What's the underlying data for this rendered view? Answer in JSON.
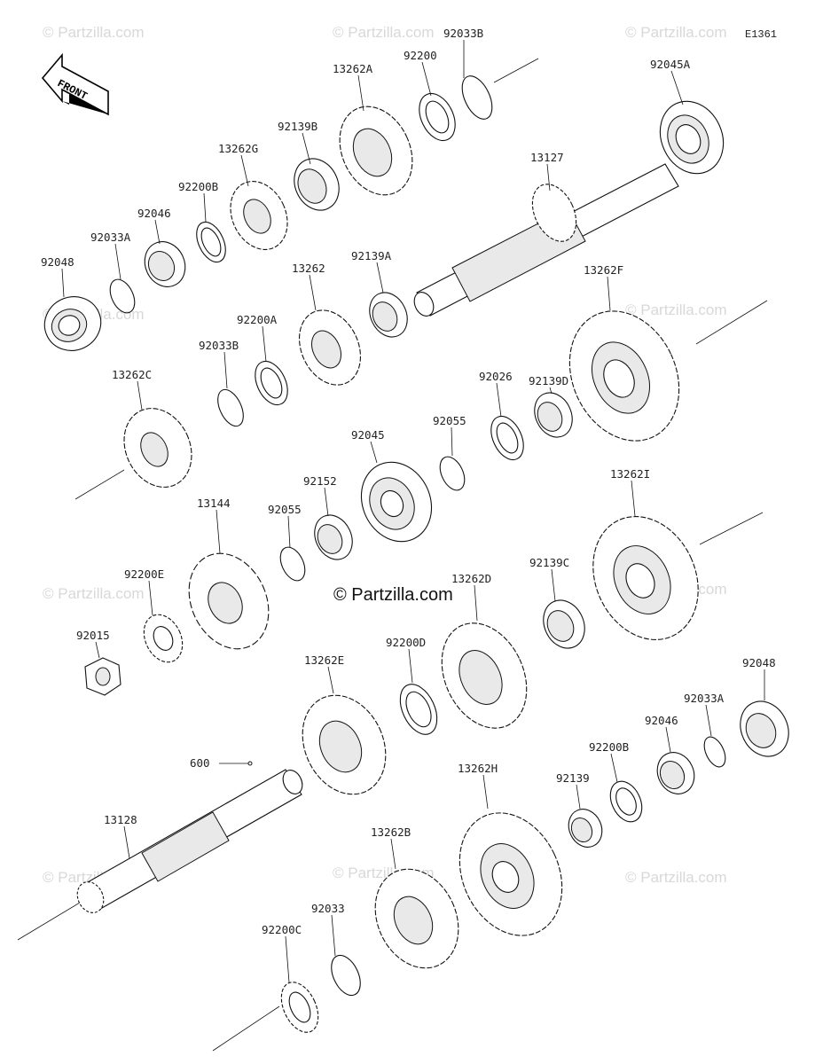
{
  "diagram": {
    "code": "E1361",
    "brand": "© Partzilla.com",
    "watermark": "© Partzilla.com",
    "front_label": "FRONT",
    "parts": [
      {
        "id": "92033B-top",
        "label": "92033B"
      },
      {
        "id": "92200-top",
        "label": "92200"
      },
      {
        "id": "13262A",
        "label": "13262A"
      },
      {
        "id": "92045A",
        "label": "92045A"
      },
      {
        "id": "92139B",
        "label": "92139B"
      },
      {
        "id": "13262G",
        "label": "13262G"
      },
      {
        "id": "13127",
        "label": "13127"
      },
      {
        "id": "92200B-top",
        "label": "92200B"
      },
      {
        "id": "92046-top",
        "label": "92046"
      },
      {
        "id": "92033A-top",
        "label": "92033A"
      },
      {
        "id": "92048-top",
        "label": "92048"
      },
      {
        "id": "13262",
        "label": "13262"
      },
      {
        "id": "92139A",
        "label": "92139A"
      },
      {
        "id": "13262F",
        "label": "13262F"
      },
      {
        "id": "92200A",
        "label": "92200A"
      },
      {
        "id": "92033B-mid",
        "label": "92033B"
      },
      {
        "id": "92139D",
        "label": "92139D"
      },
      {
        "id": "13262C",
        "label": "13262C"
      },
      {
        "id": "92026",
        "label": "92026"
      },
      {
        "id": "92045",
        "label": "92045"
      },
      {
        "id": "92055-a",
        "label": "92055"
      },
      {
        "id": "92152",
        "label": "92152"
      },
      {
        "id": "13144",
        "label": "13144"
      },
      {
        "id": "92055-b",
        "label": "92055"
      },
      {
        "id": "13262I",
        "label": "13262I"
      },
      {
        "id": "92200E",
        "label": "92200E"
      },
      {
        "id": "92139C",
        "label": "92139C"
      },
      {
        "id": "13262D",
        "label": "13262D"
      },
      {
        "id": "92015",
        "label": "92015"
      },
      {
        "id": "92200D",
        "label": "92200D"
      },
      {
        "id": "13262E",
        "label": "13262E"
      },
      {
        "id": "92048-bot",
        "label": "92048"
      },
      {
        "id": "92033A-bot",
        "label": "92033A"
      },
      {
        "id": "92046-bot",
        "label": "92046"
      },
      {
        "id": "92200B-bot",
        "label": "92200B"
      },
      {
        "id": "600",
        "label": "600"
      },
      {
        "id": "92139",
        "label": "92139"
      },
      {
        "id": "13262H",
        "label": "13262H"
      },
      {
        "id": "13128",
        "label": "13128"
      },
      {
        "id": "13262B",
        "label": "13262B"
      },
      {
        "id": "92033",
        "label": "92033"
      },
      {
        "id": "92200C",
        "label": "92200C"
      }
    ]
  }
}
